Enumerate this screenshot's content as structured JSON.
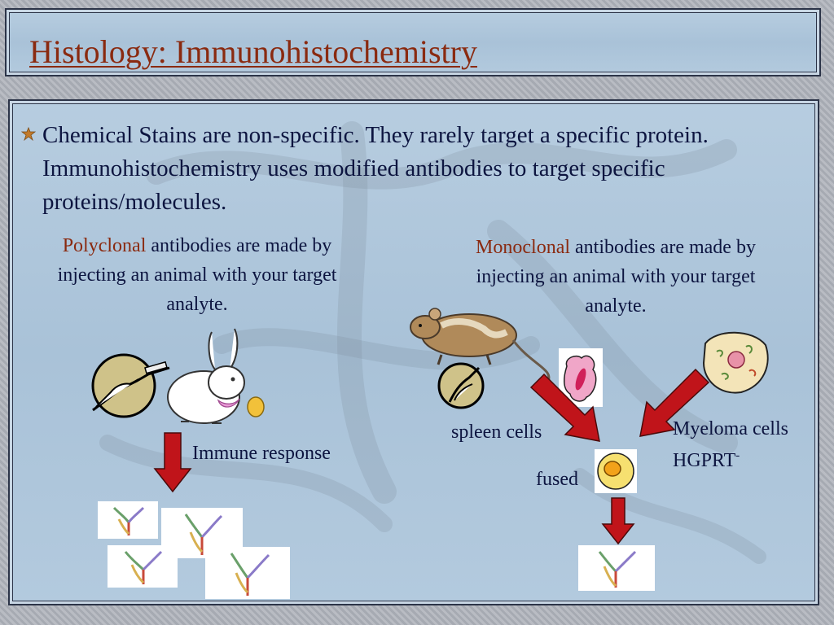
{
  "slide": {
    "title": "Histology: Immunohistochemistry",
    "bullet": "Chemical Stains are non-specific. They rarely target a specific protein. Immunohistochemistry uses modified antibodies to target specific proteins/molecules.",
    "polyclonal": {
      "highlight": "Polyclonal",
      "text": " antibodies are made by injecting an animal with your target analyte."
    },
    "monoclonal": {
      "highlight": "Monoclonal",
      "text": " antibodies are made by injecting an animal with your target analyte."
    },
    "labels": {
      "immune_response": "Immune response",
      "spleen_cells": "spleen cells",
      "myeloma_cells": "Myeloma cells",
      "hgprt": "HGPRT",
      "hgprt_sup": "-",
      "fused": "fused"
    }
  },
  "colors": {
    "title": "#8a2a10",
    "text": "#0d1540",
    "highlight": "#8a2a10",
    "arrow": "#c0141a"
  },
  "icons": [
    "bullet-icon",
    "syringe-hand-icon",
    "rabbit-icon",
    "mouse-icon",
    "arrow-down-icon",
    "cell-icon",
    "antibody-icon"
  ]
}
